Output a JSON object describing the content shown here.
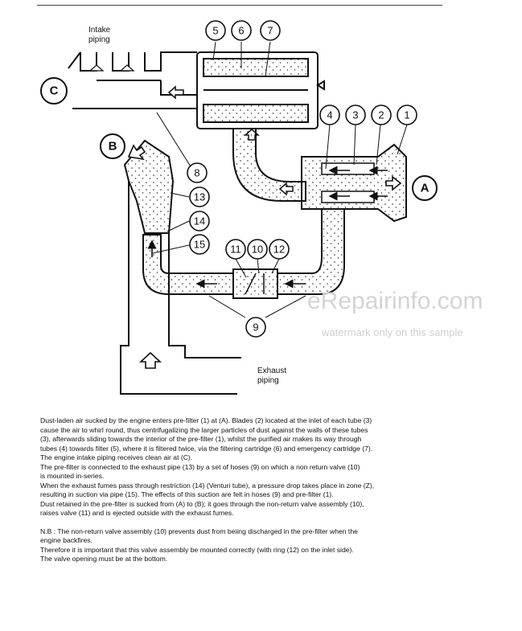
{
  "labels": {
    "intake": [
      "Intake",
      "piping"
    ],
    "exhaust": [
      "Exhaust",
      "piping"
    ],
    "letter_a": "A",
    "letter_b": "B",
    "letter_c": "C"
  },
  "callouts": [
    "1",
    "2",
    "3",
    "4",
    "5",
    "6",
    "7",
    "8",
    "9",
    "10",
    "11",
    "12",
    "13",
    "14",
    "15"
  ],
  "watermark": {
    "line1": "eRepairinfo.com",
    "line2": "watermark only on this sample"
  },
  "description": [
    "Dust-laden air sucked by the engine enters pre-filter (1) at (A). Blades (2) located at the inlet of each tube (3)",
    "cause the air to whirl round, thus centrifugalizing the larger particles of dust against the walls of these tubes",
    "(3), afterwards sliding towards the interior of the pre-filter (1), whilst the purified air makes its way through",
    "tubes (4) towards filter (5), where it is filtered twice, via the filtering cartridge (6) and emergency cartridge (7).",
    "The engine intake piping receives clean air at (C).",
    "The pre-filter is connected to the exhaust pipe (13) by a set of hoses (9) on which a non return valve (10)",
    "is mounted in-series.",
    "When the exhaust fumes pass through restriction (14) (Venturi tube), a pressure drop takes place in zone (Z),",
    "resulting in suction via pipe (15). The effects of this suction are felt in hoses (9) and pre-filter (1).",
    "Dust retained in the pre-filter is sucked from (A) to (B); it goes through the non-return valve assembly (10),",
    "raises valve (11) and is ejected outside with the exhaust fumes."
  ],
  "notes": [
    "N.B : The non-return valve assembly (10) prevents dust from beiing discharged in the pre-filter when the",
    "engine backfires.",
    "Therefore it is important that this valve assembly be mounted correctly (with ring (12) on the inlet side).",
    "The valve opening must be at the bottom."
  ]
}
